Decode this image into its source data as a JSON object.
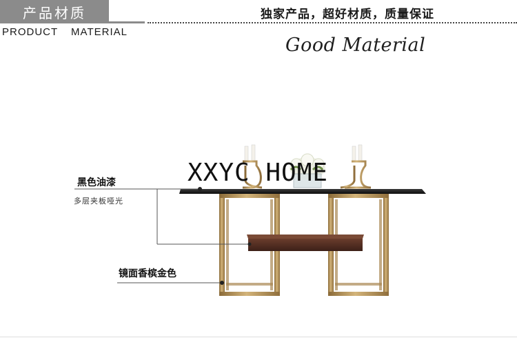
{
  "header": {
    "tab_title": "产品材质",
    "slogan": "独家产品，超好材质，质量保证",
    "subtitle": "PRODUCT MATERIAL",
    "script_title": "Good Material"
  },
  "watermark": "XXYC HOME",
  "annotations": [
    {
      "title": "黑色油漆",
      "detail": "多层夹板哑光"
    },
    {
      "title": "镜面香槟金色"
    }
  ],
  "colors": {
    "header_gray": "#8b8b8b",
    "gold": "#b5935a",
    "wood": "#4a2a1f",
    "glass": "#1c1c1c"
  }
}
